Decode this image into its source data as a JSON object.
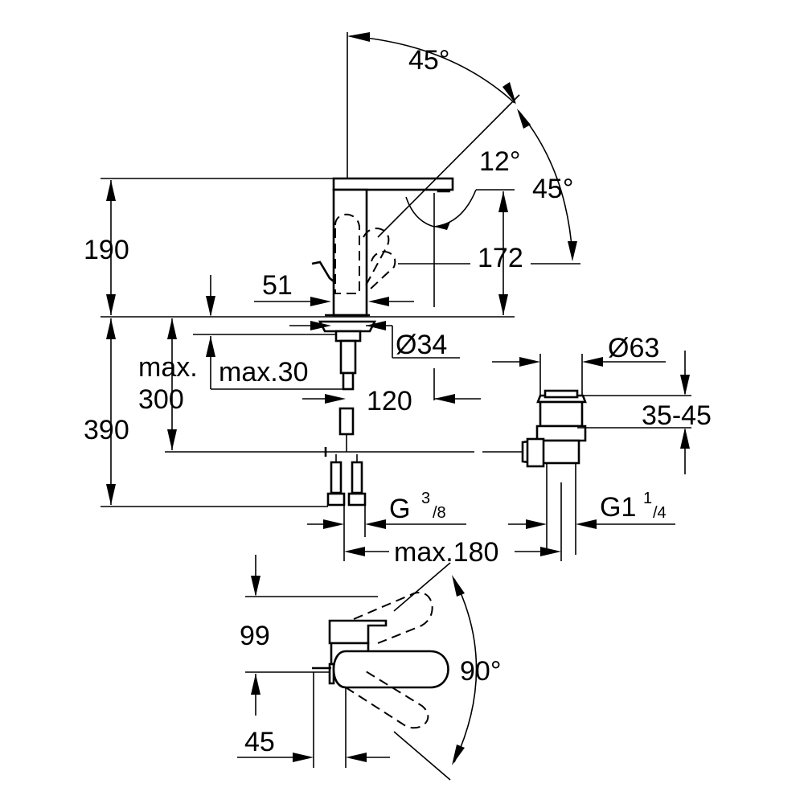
{
  "diagram": {
    "dimensions": {
      "top_angle": "45°",
      "right_angle": "45°",
      "tilt_angle": "12°",
      "height_190": "190",
      "height_172": "172",
      "width_51": "51",
      "diameter_34": "Ø34",
      "diameter_63": "Ø63",
      "max_label": "max.",
      "max_300": "300",
      "max_30": "max.30",
      "depth_120": "120",
      "range_35_45": "35-45",
      "height_390": "390",
      "thread_g_base": "G",
      "thread_g_num": "3",
      "thread_g_den": "/8",
      "thread_g1_base": "G1",
      "thread_g1_num": "1",
      "thread_g1_den": "/4",
      "max_180": "max.180",
      "height_99": "99",
      "width_45": "45",
      "swivel_angle": "90°"
    }
  }
}
